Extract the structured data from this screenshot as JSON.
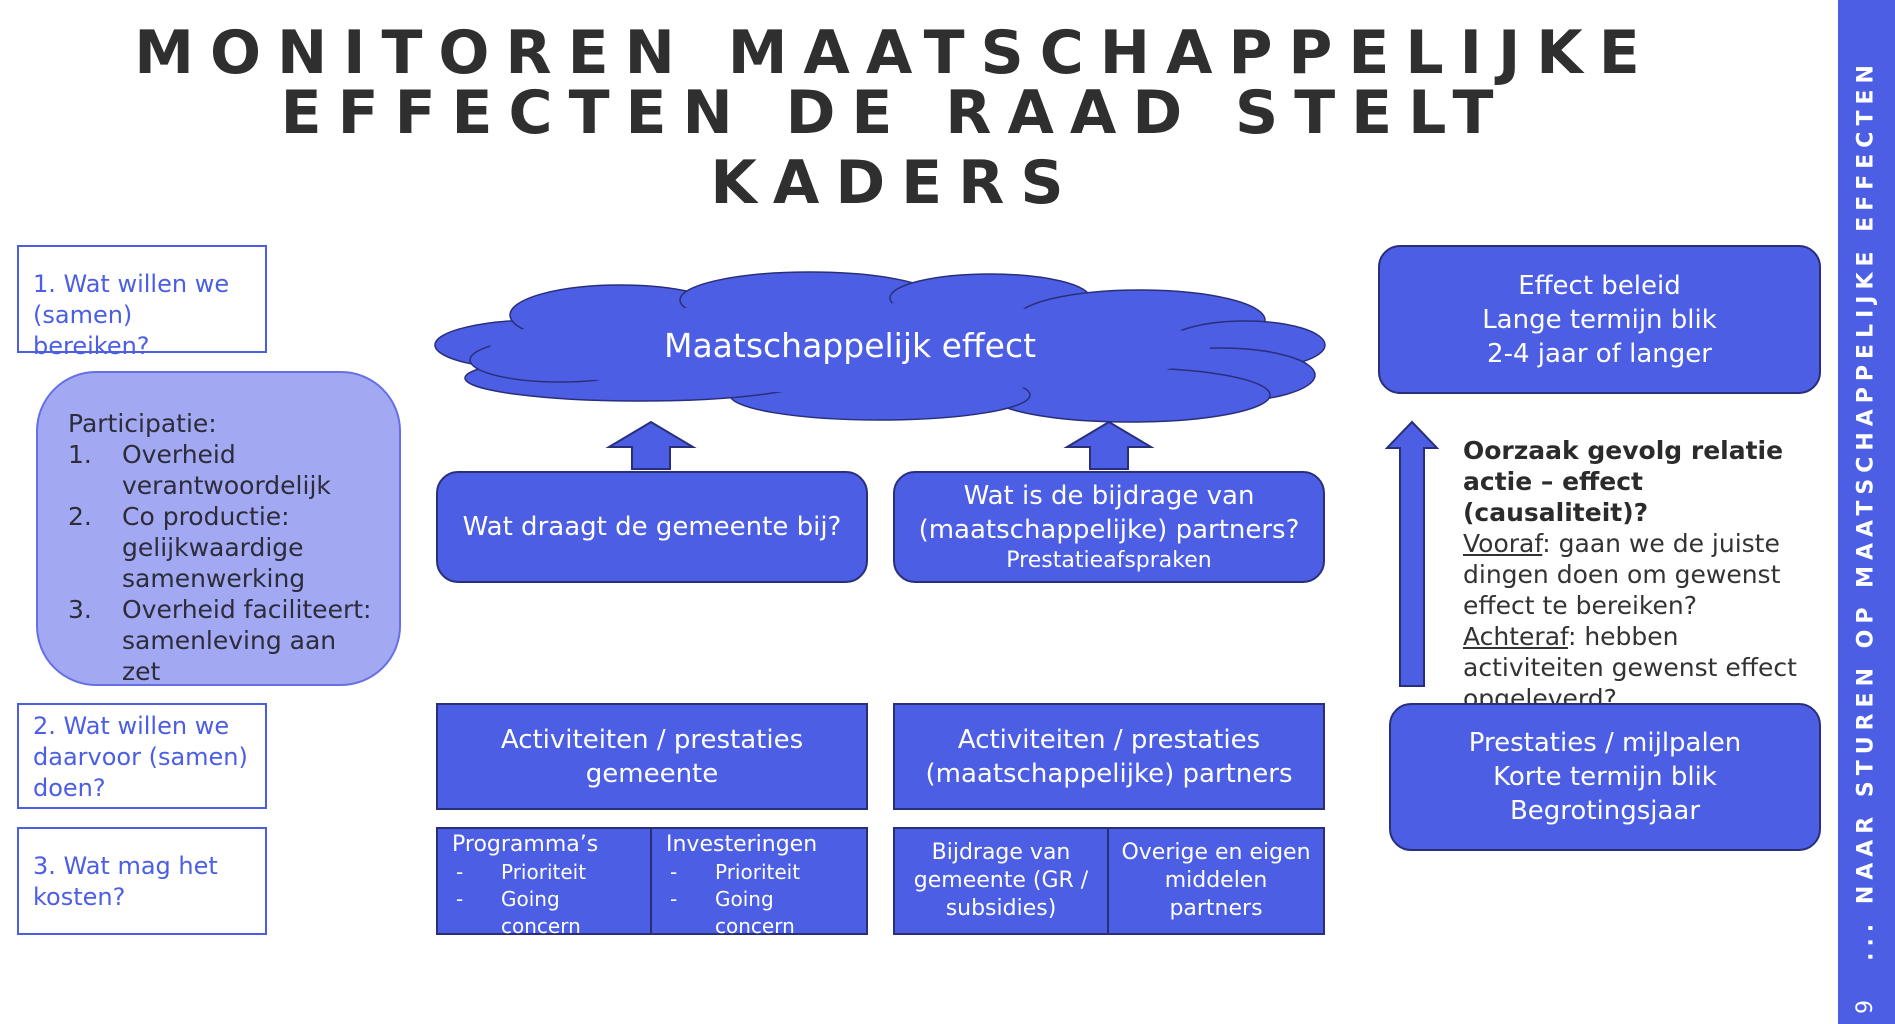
{
  "title": {
    "line1": "MONITOREN MAATSCHAPPELIJKE",
    "line2": "EFFECTEN DE RAAD STELT KADERS"
  },
  "questions": {
    "q1": "1. Wat willen we (samen) bereiken?",
    "q2": "2. Wat willen we daarvoor (samen) doen?",
    "q3": "3. Wat mag het kosten?"
  },
  "participatie": {
    "heading": "Participatie:",
    "items": [
      {
        "num": "1.",
        "text": "Overheid verantwoordelijk"
      },
      {
        "num": "2.",
        "text": "Co productie: gelijkwaardige samenwerking"
      },
      {
        "num": "3.",
        "text": "Overheid faciliteert: samenleving aan zet"
      }
    ]
  },
  "cloud": {
    "label": "Maatschappelijk effect"
  },
  "contrib": {
    "gemeente": "Wat draagt de gemeente bij?",
    "partners_line1": "Wat is de bijdrage van",
    "partners_line2": "(maatschappelijke) partners?",
    "partners_sub": "Prestatieafspraken"
  },
  "activities": {
    "gemeente_line1": "Activiteiten / prestaties",
    "gemeente_line2": "gemeente",
    "partners_line1": "Activiteiten / prestaties",
    "partners_line2": "(maatschappelijke) partners"
  },
  "budget": {
    "programmas": {
      "title": "Programma’s",
      "items": [
        "Prioriteit",
        "Going concern"
      ]
    },
    "investeringen": {
      "title": "Investeringen",
      "items": [
        "Prioriteit",
        "Going concern"
      ]
    },
    "bijdrage": "Bijdrage van gemeente (GR / subsidies)",
    "overige": "Overige en eigen middelen partners",
    "dash": "-"
  },
  "effect_beleid": {
    "line1": "Effect beleid",
    "line2": "Lange termijn blik",
    "line3": "2-4 jaar of langer"
  },
  "oorzaak": {
    "heading": "Oorzaak gevolg relatie actie – effect (causaliteit)?",
    "vooraf_label": "Vooraf",
    "vooraf_text": ": gaan we de juiste dingen doen om gewenst effect te bereiken?",
    "achteraf_label": "Achteraf",
    "achteraf_text": ": hebben activiteiten gewenst effect opgeleverd?"
  },
  "prestaties": {
    "line1": "Prestaties / mijlpalen",
    "line2": "Korte termijn blik",
    "line3": "Begrotingsjaar"
  },
  "sidebar": {
    "text": "... NAAR STUREN OP MAATSCHAPPELIJKE EFFECTEN",
    "page_number": "9"
  }
}
